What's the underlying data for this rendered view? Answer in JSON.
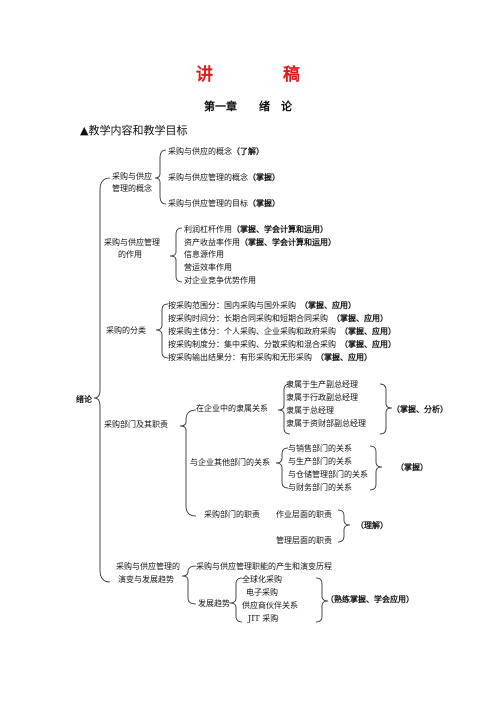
{
  "header": {
    "title_left": "讲",
    "title_right": "稿",
    "chapter": "第一章　　绪　论",
    "objectives": "▲教学内容和教学目标"
  },
  "root": "绪论",
  "sections": {
    "concept": {
      "label_line1": "采购与供应",
      "label_line2": "管理的概念",
      "items": [
        {
          "text": "采购与供应的概念",
          "tag": "（了解）"
        },
        {
          "text": "采购与供应管理的概念",
          "tag": "（掌握）"
        },
        {
          "text": "采购与供应管理的目标",
          "tag": "（掌握）"
        }
      ]
    },
    "role": {
      "label_line1": "采购与供应管理",
      "label_line2": "的作用",
      "items": [
        {
          "text": "利润杠杆作用",
          "tag": "（掌握、学会计算和运用）"
        },
        {
          "text": "资产收益率作用",
          "tag": "（掌握、学会计算和运用）"
        },
        {
          "text": "信息源作用",
          "tag": ""
        },
        {
          "text": "营运效率作用",
          "tag": ""
        },
        {
          "text": "对企业竞争优势作用",
          "tag": ""
        }
      ]
    },
    "classification": {
      "label": "采购的分类",
      "items": [
        {
          "text": "按采购范围分：国内采购与国外采购",
          "tag": "（掌握、应用）"
        },
        {
          "text": "按采购时间分：长期合同采购和短期合同采购",
          "tag": "（掌握、应用）"
        },
        {
          "text": "按采购主体分：个人采购、企业采购和政府采购",
          "tag": "（掌握、应用）"
        },
        {
          "text": "按采购制度分：集中采购、分散采购和混合采购",
          "tag": "（掌握、应用）"
        },
        {
          "text": "按采购输出结果分：有形采购和无形采购",
          "tag": "（掌握、应用）"
        }
      ]
    },
    "department": {
      "label": "采购部门及其职责",
      "affiliation": {
        "label": "在企业中的隶属关系",
        "items": [
          "隶属于生产副总经理",
          "隶属于行政副总经理",
          "隶属于总经理",
          "隶属于资财部副总经理"
        ],
        "tag": "（掌握、分析）"
      },
      "relations": {
        "label": "与企业其他部门的关系",
        "items": [
          "与销售部门的关系",
          "与生产部门的关系",
          "与仓储管理部门的关系",
          "与财务部门的关系"
        ],
        "tag": "（掌握）"
      },
      "duties": {
        "label": "采购部门的职责",
        "items": [
          "作业层面的职责",
          "管理层面的职责"
        ],
        "tag": "（理解）"
      }
    },
    "evolution": {
      "label_line1": "采购与供应管理的",
      "label_line2": "演变与发展趋势",
      "history": "采购与供应管理职能的产生和演变历程",
      "trend_label": "发展趋势",
      "trends": [
        "全球化采购",
        "电子采购",
        "供应商伙伴关系",
        "JIT 采购"
      ],
      "tag": "（熟练掌握、学会应用）"
    }
  }
}
